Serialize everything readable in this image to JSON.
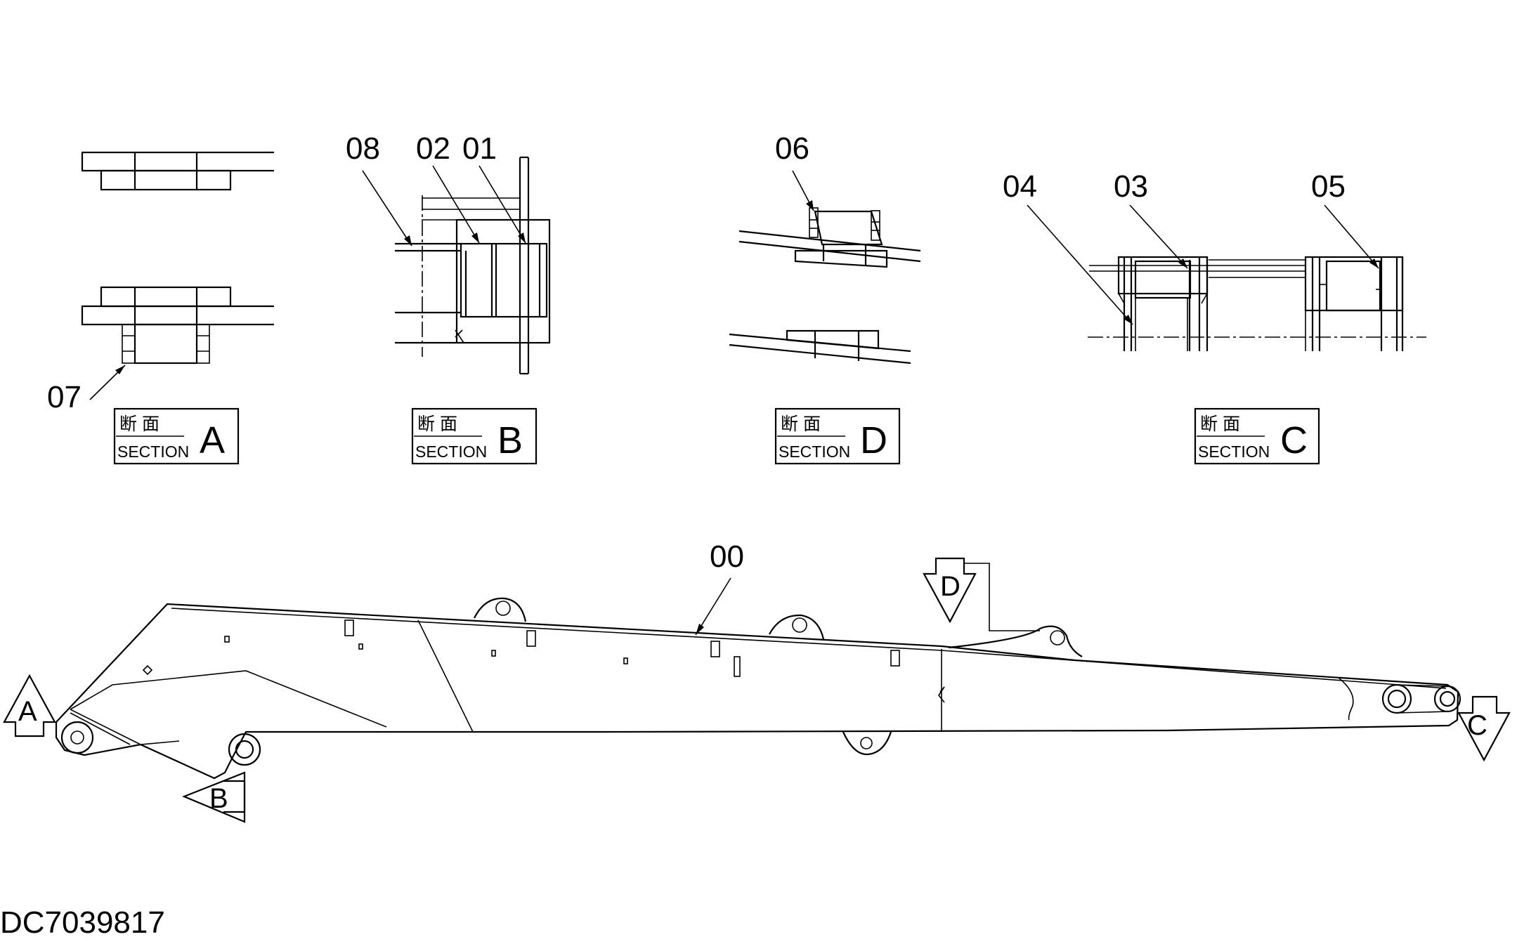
{
  "part_labels": {
    "p07": "07",
    "p08": "08",
    "p02": "02",
    "p01": "01",
    "p06": "06",
    "p04": "04",
    "p03": "03",
    "p05": "05",
    "p00": "00"
  },
  "sections": {
    "A": {
      "kanji": "断 面",
      "word": "SECTION",
      "letter": "A"
    },
    "B": {
      "kanji": "断 面",
      "word": "SECTION",
      "letter": "B"
    },
    "D": {
      "kanji": "断 面",
      "word": "SECTION",
      "letter": "D"
    },
    "C": {
      "kanji": "断 面",
      "word": "SECTION",
      "letter": "C"
    }
  },
  "view_arrows": {
    "A": "A",
    "B": "B",
    "C": "C",
    "D": "D"
  },
  "document_id": "DC7039817"
}
